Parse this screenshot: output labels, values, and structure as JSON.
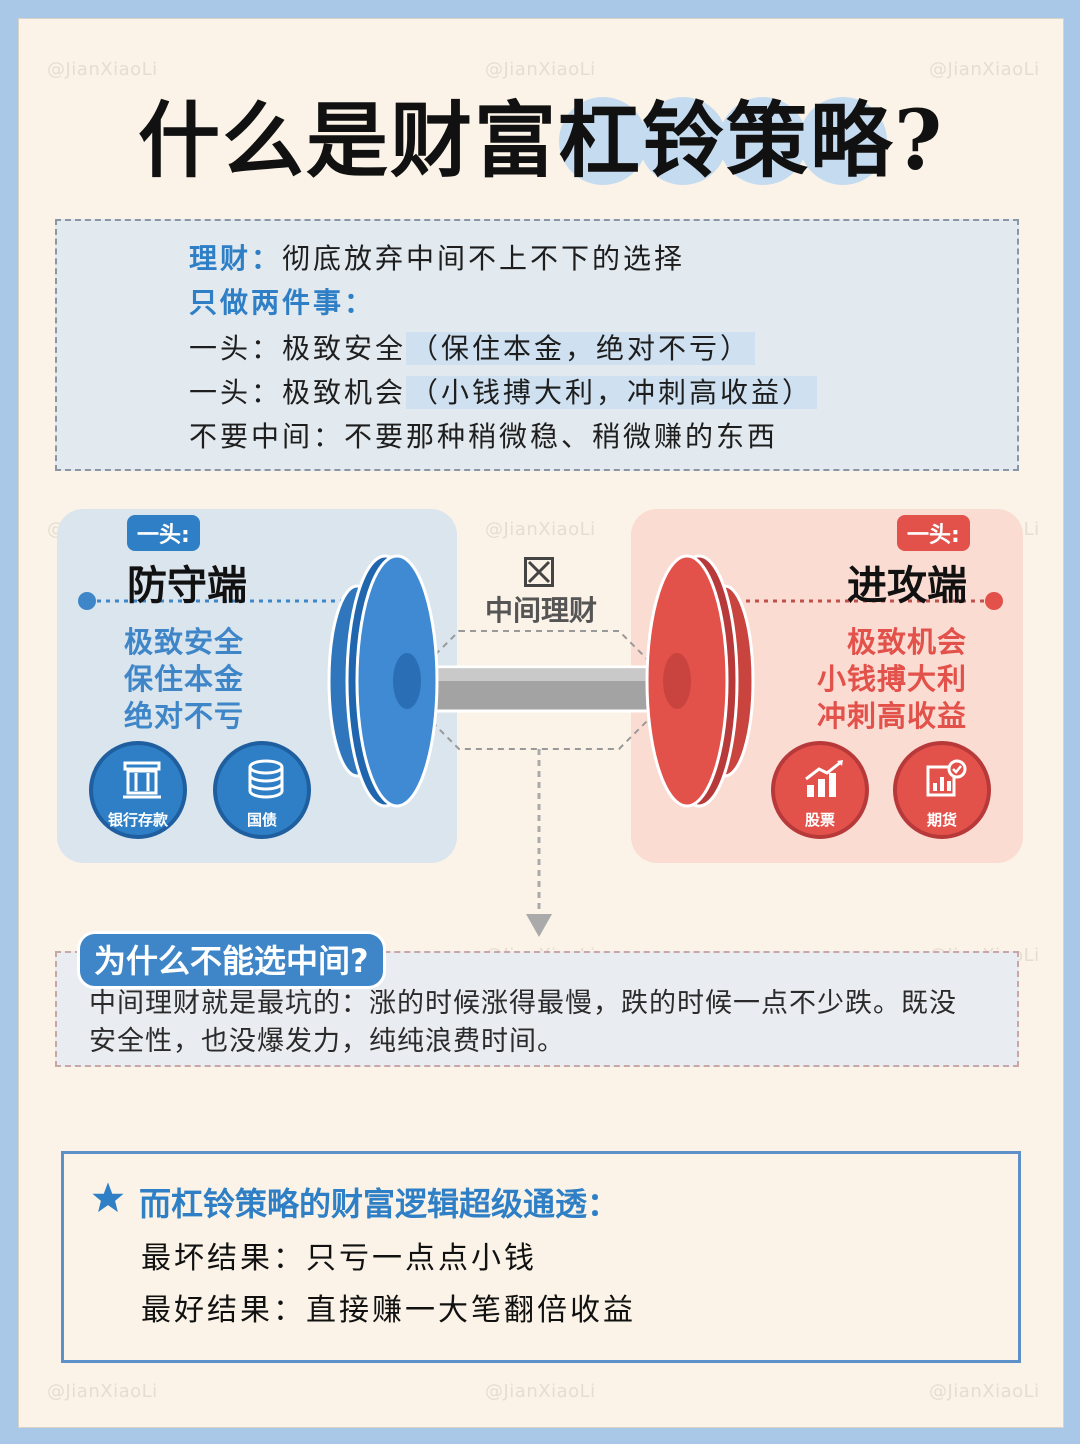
{
  "watermark": "@JianXiaoLi",
  "title": "什么是财富杠铃策略?",
  "intro": {
    "line1_label": "理财：",
    "line1_text": "彻底放弃中间不上不下的选择",
    "line2": "只做两件事：",
    "line3_prefix": "一头：极致安全",
    "line3_paren": "（保住本金，绝对不亏）",
    "line4_prefix": "一头：极致机会",
    "line4_paren": "（小钱搏大利，冲刺高收益）",
    "line5": "不要中间：不要那种稍微稳、稍微赚的东西"
  },
  "defense": {
    "badge": "一头:",
    "title": "防守端",
    "features": [
      "极致安全",
      "保住本金",
      "绝对不亏"
    ],
    "assets": [
      "银行存款",
      "国债"
    ]
  },
  "attack": {
    "badge": "一头:",
    "title": "进攻端",
    "features": [
      "极致机会",
      "小钱搏大利",
      "冲刺高收益"
    ],
    "assets": [
      "股票",
      "期货"
    ]
  },
  "middle": {
    "label": "中间理财"
  },
  "why": {
    "badge": "为什么不能选中间?",
    "line1": "中间理财就是最坑的：涨的时候涨得最慢，跌的时候一点不少跌。既没",
    "line2": "安全性，也没爆发力，纯纯浪费时间。"
  },
  "logic": {
    "heading": "而杠铃策略的财富逻辑超级通透：",
    "worst": "最坏结果：只亏一点点小钱",
    "best": "最好结果：直接赚一大笔翻倍收益"
  },
  "colors": {
    "blue": "#2e7fc6",
    "red": "#e2514a",
    "background": "#fbf3e7"
  }
}
